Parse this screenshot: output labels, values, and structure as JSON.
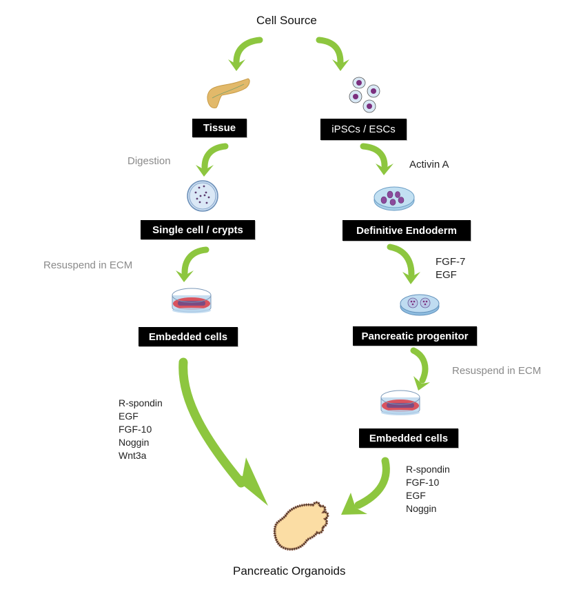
{
  "title": "Cell Source",
  "colors": {
    "arrow": "#8dc63f",
    "box_bg": "#000000",
    "box_text": "#ffffff",
    "step_label": "#8a8a8a",
    "organoid_fill": "#fbdda4",
    "organoid_edge": "#b07a5c",
    "cell_nucleus": "#7b2f7e",
    "cell_body": "#d9e8f5",
    "dish_medium": "#d9545f"
  },
  "left_path": {
    "source_box": "Tissue",
    "source_icon": "pancreas-tissue-icon",
    "step1_label": "Digestion",
    "stage1_box": "Single cell / crypts",
    "stage1_icon": "petri-dish-single-cells-icon",
    "step2_label": "Resuspend in ECM",
    "stage2_box": "Embedded cells",
    "stage2_icon": "ecm-dish-icon",
    "factors": [
      "R-spondin",
      "EGF",
      "FGF-10",
      "Noggin",
      "Wnt3a"
    ]
  },
  "right_path": {
    "source_box": "iPSCs / ESCs",
    "source_icon": "stem-cells-icon",
    "step1_label": "Activin A",
    "stage1_box": "Definitive Endoderm",
    "stage1_icon": "endoderm-dish-icon",
    "step2_factors": [
      "FGF-7",
      "EGF"
    ],
    "stage2_box": "Pancreatic progenitor",
    "stage2_icon": "progenitor-dish-icon",
    "step3_label": "Resuspend in ECM",
    "stage3_box": "Embedded cells",
    "stage3_icon": "ecm-dish-icon",
    "factors": [
      "R-spondin",
      "FGF-10",
      "EGF",
      "Noggin"
    ]
  },
  "result": {
    "label": "Pancreatic Organoids",
    "icon": "organoid-icon"
  }
}
